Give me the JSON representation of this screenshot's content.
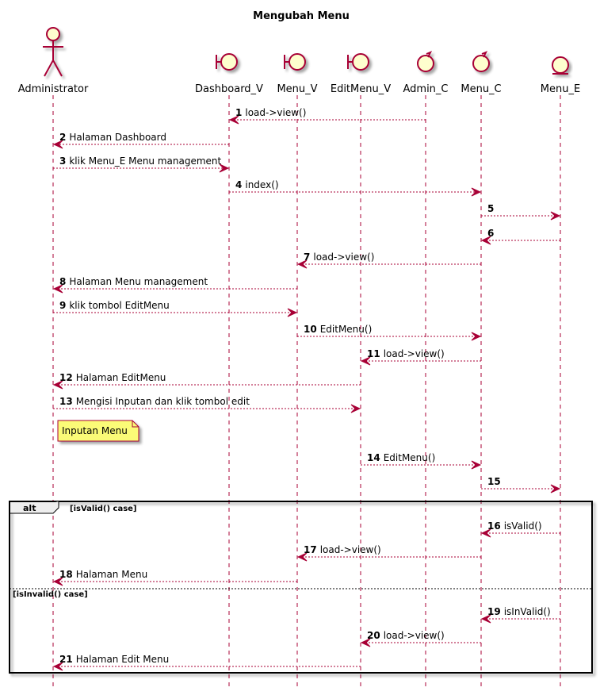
{
  "title": "Mengubah Menu",
  "colors": {
    "accent": "#A80036",
    "participant_fill": "#FEFECE",
    "note_fill": "#FBFB77"
  },
  "participants": [
    {
      "id": "admin",
      "label": "Administrator",
      "kind": "actor"
    },
    {
      "id": "dash",
      "label": "Dashboard_V",
      "kind": "boundary"
    },
    {
      "id": "menuv",
      "label": "Menu_V",
      "kind": "boundary"
    },
    {
      "id": "editv",
      "label": "EditMenu_V",
      "kind": "boundary"
    },
    {
      "id": "adminc",
      "label": "Admin_C",
      "kind": "control"
    },
    {
      "id": "menuc",
      "label": "Menu_C",
      "kind": "control"
    },
    {
      "id": "menue",
      "label": "Menu_E",
      "kind": "entity"
    }
  ],
  "messages": [
    {
      "num": "1",
      "text": "load->view()",
      "from": "adminc",
      "to": "dash"
    },
    {
      "num": "2",
      "text": "Halaman Dashboard",
      "from": "dash",
      "to": "admin"
    },
    {
      "num": "3",
      "text": "klik Menu_E Menu management",
      "from": "admin",
      "to": "dash"
    },
    {
      "num": "4",
      "text": "index()",
      "from": "dash",
      "to": "menuc"
    },
    {
      "num": "5",
      "text": "",
      "from": "menuc",
      "to": "menue"
    },
    {
      "num": "6",
      "text": "",
      "from": "menue",
      "to": "menuc"
    },
    {
      "num": "7",
      "text": "load->view()",
      "from": "menuc",
      "to": "menuv"
    },
    {
      "num": "8",
      "text": "Halaman Menu management",
      "from": "menuv",
      "to": "admin"
    },
    {
      "num": "9",
      "text": "klik tombol EditMenu",
      "from": "admin",
      "to": "menuv"
    },
    {
      "num": "10",
      "text": "EditMenu()",
      "from": "menuv",
      "to": "menuc"
    },
    {
      "num": "11",
      "text": "load->view()",
      "from": "menuc",
      "to": "editv"
    },
    {
      "num": "12",
      "text": "Halaman EditMenu",
      "from": "editv",
      "to": "admin"
    },
    {
      "num": "13",
      "text": "Mengisi Inputan dan klik tombol edit",
      "from": "admin",
      "to": "editv"
    },
    {
      "num": "14",
      "text": "EditMenu()",
      "from": "editv",
      "to": "menuc"
    },
    {
      "num": "15",
      "text": "",
      "from": "menuc",
      "to": "menue"
    },
    {
      "num": "16",
      "text": "isValid()",
      "from": "menue",
      "to": "menuc"
    },
    {
      "num": "17",
      "text": "load->view()",
      "from": "menuc",
      "to": "menuv"
    },
    {
      "num": "18",
      "text": "Halaman Menu",
      "from": "menuv",
      "to": "admin"
    },
    {
      "num": "19",
      "text": "isInValid()",
      "from": "menue",
      "to": "menuc"
    },
    {
      "num": "20",
      "text": "load->view()",
      "from": "menuc",
      "to": "editv"
    },
    {
      "num": "21",
      "text": "Halaman Edit Menu",
      "from": "editv",
      "to": "admin"
    }
  ],
  "note": {
    "text": "Inputan Menu"
  },
  "fragment": {
    "keyword": "alt",
    "guard1": "[isValid() case]",
    "guard2": "[isInvalid() case]"
  }
}
